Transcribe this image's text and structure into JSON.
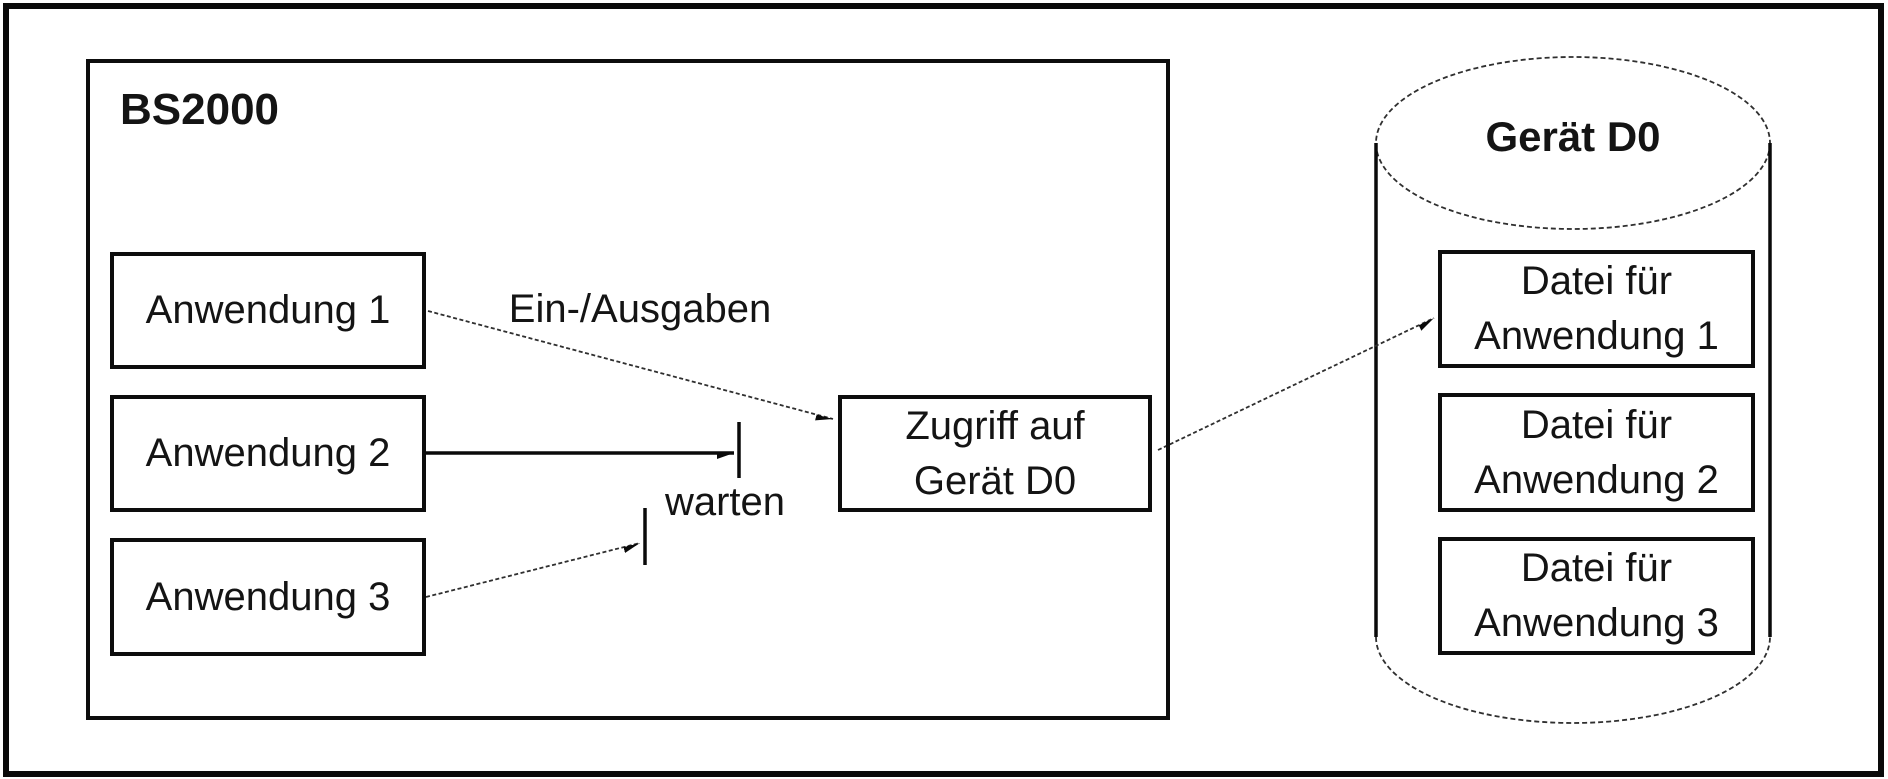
{
  "bs2000": {
    "title": "BS2000",
    "apps": [
      {
        "label": "Anwendung 1"
      },
      {
        "label": "Anwendung 2"
      },
      {
        "label": "Anwendung 3"
      }
    ],
    "access_box": {
      "line1": "Zugriff auf",
      "line2": "Gerät D0"
    },
    "io_label": "Ein-/Ausgaben",
    "wait_label": "warten"
  },
  "device": {
    "title": "Gerät D0",
    "files": [
      {
        "line1": "Datei für",
        "line2": "Anwendung 1"
      },
      {
        "line1": "Datei für",
        "line2": "Anwendung 2"
      },
      {
        "line1": "Datei für",
        "line2": "Anwendung 3"
      }
    ]
  },
  "colors": {
    "line": "#0a0a0a",
    "thin_line": "#2f2f2f",
    "text": "#141414",
    "background": "#ffffff"
  }
}
